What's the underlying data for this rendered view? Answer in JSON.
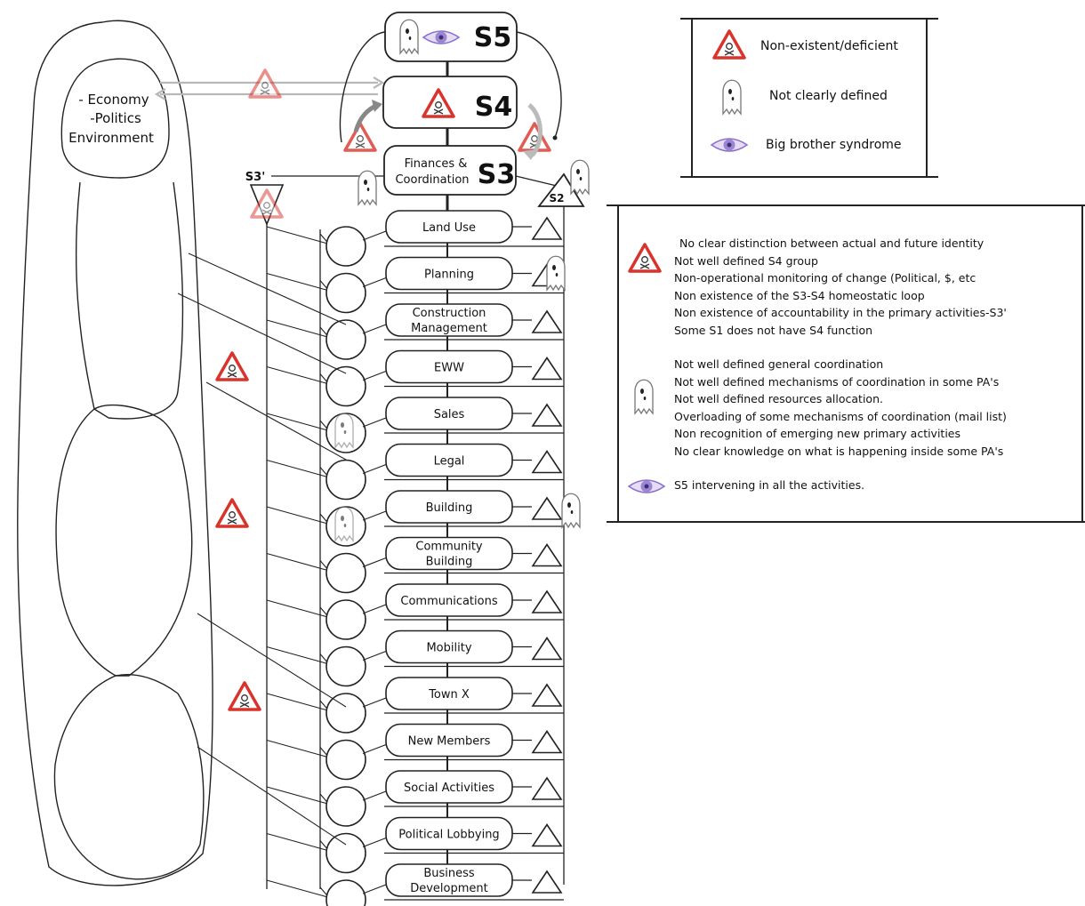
{
  "environment": {
    "items": [
      "- Economy",
      "-Politics",
      "Environment"
    ]
  },
  "systems": {
    "s5": "S5",
    "s4": "S4",
    "s3": "S3",
    "s3_caption": "Finances &",
    "s3_caption2": "Coordination",
    "s3_prime": "S3'",
    "s2": "S2"
  },
  "primary_activities": [
    [
      "Land Use"
    ],
    [
      "Planning"
    ],
    [
      "Construction",
      "Management"
    ],
    [
      "EWW"
    ],
    [
      "Sales"
    ],
    [
      "Legal"
    ],
    [
      "Building"
    ],
    [
      "Community",
      "Building"
    ],
    [
      "Communications"
    ],
    [
      "Mobility"
    ],
    [
      "Town X"
    ],
    [
      "New Members"
    ],
    [
      "Social Activities"
    ],
    [
      "Political Lobbying"
    ],
    [
      "Business",
      "Development"
    ]
  ],
  "legend": {
    "items": [
      {
        "icon": "warning-triangle-icon",
        "label": "Non-existent/deficient"
      },
      {
        "icon": "ghost-icon",
        "label": "Not clearly defined"
      },
      {
        "icon": "eye-icon",
        "label": "Big brother syndrome"
      }
    ]
  },
  "issues": {
    "deficient": [
      "No clear  distinction between actual and future identity",
      "Not well defined S4 group",
      "Non-operational monitoring of change (Political, $, etc",
      "Non existence of the S3-S4 homeostatic loop",
      "Non existence of accountability in the primary activities-S3'",
      "Some S1 does not have S4 function"
    ],
    "unclear": [
      "Not well defined general coordination",
      "Not well defined mechanisms of coordination in some PA's",
      "Not well defined resources allocation.",
      "Overloading of some mechanisms of coordination (mail list)",
      "Non recognition of emerging new primary activities",
      "No clear knowledge on what is happening inside some PA's"
    ],
    "big_brother": [
      "S5 intervening in all the activities."
    ]
  },
  "colors": {
    "warning": "#d9342b",
    "eye": "#8a6fc9",
    "line": "#222222"
  }
}
